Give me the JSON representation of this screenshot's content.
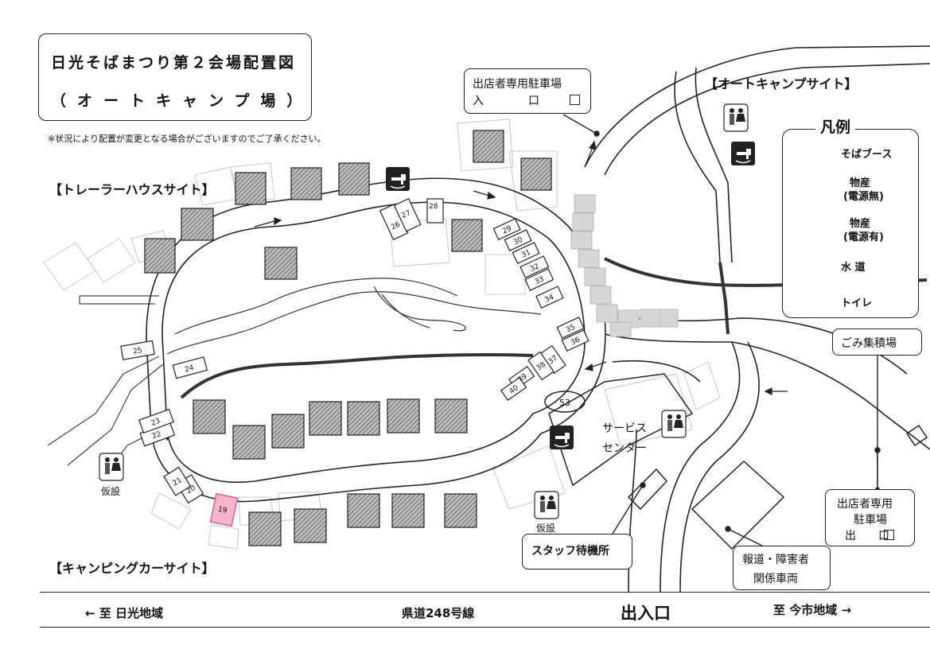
{
  "title": {
    "line1": "日光そばまつり第２会場配置図",
    "line2": "（オートキャンプ場）"
  },
  "notice": "※状況により配置が変更となる場合がございますのでご了承ください。",
  "areas": {
    "trailer": "【トレーラーハウスサイト】",
    "camping_car": "【キャンピングカーサイト】",
    "auto_camp": "【オートキャンプサイト】"
  },
  "parking_in": {
    "line1": "出店者専用駐車場",
    "line2": "入　　　　口"
  },
  "parking_out": {
    "line1": "出店者専用",
    "line2": "駐車場",
    "line3": "出　　口"
  },
  "waste": "ごみ集積場",
  "service_center": {
    "line1": "サービス",
    "line2": "センター"
  },
  "staff_area": "スタッフ待機所",
  "press_parking": {
    "line1": "報道・障害者",
    "line2": "関係車両"
  },
  "temporary_label": "仮設",
  "legend": {
    "title": "凡例",
    "items": [
      {
        "label": "そばブース",
        "icon": "hatched-square"
      },
      {
        "label": "物産",
        "sublabel": "(電源無)",
        "icon": "white-square"
      },
      {
        "label": "物産",
        "sublabel": "(電源有)",
        "icon": "gray-square"
      },
      {
        "label": "水 道",
        "icon": "water-tap-icon"
      },
      {
        "label": "トイレ",
        "icon": "toilet-icon"
      }
    ]
  },
  "lot_numbers": [
    "19",
    "20",
    "21",
    "22",
    "23",
    "24",
    "25",
    "26",
    "27",
    "28",
    "29",
    "30",
    "31",
    "32",
    "33",
    "34",
    "35",
    "36",
    "37",
    "38",
    "39",
    "40",
    "53"
  ],
  "highlighted_lot": "19",
  "road": {
    "left": "← 至 日光地域",
    "name": "県道248号線",
    "entrance": "出入口",
    "right": "至 今市地域 →"
  },
  "colors": {
    "line": "#222222",
    "booth_fill": "#9a9a9a",
    "powered_fill": "#d6d6d6",
    "highlight": "#f4b6c8",
    "highlight_border": "#e05a9a"
  }
}
